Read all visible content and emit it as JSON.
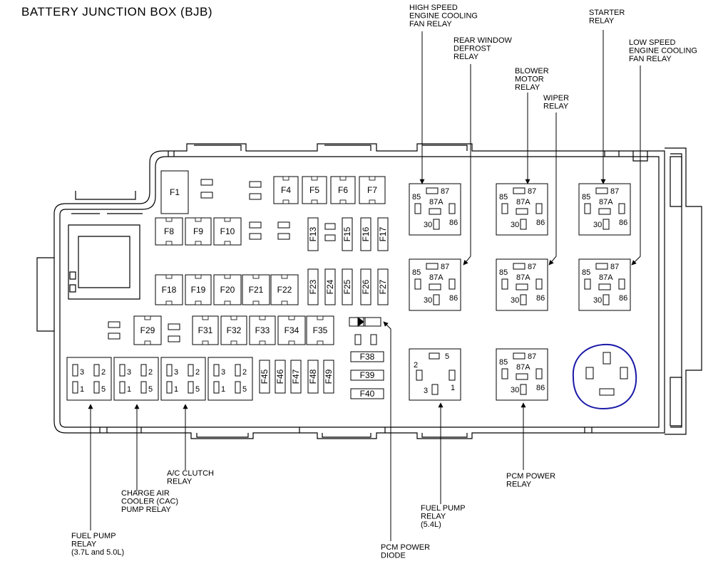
{
  "title": "BATTERY JUNCTION BOX (BJB)",
  "fuses": {
    "f1": "F1",
    "f4": "F4",
    "f5": "F5",
    "f6": "F6",
    "f7": "F7",
    "f8": "F8",
    "f9": "F9",
    "f10": "F10",
    "f13": "F13",
    "f15": "F15",
    "f16": "F16",
    "f17": "F17",
    "f18": "F18",
    "f19": "F19",
    "f20": "F20",
    "f21": "F21",
    "f22": "F22",
    "f23": "F23",
    "f24": "F24",
    "f25": "F25",
    "f26": "F26",
    "f27": "F27",
    "f29": "F29",
    "f31": "F31",
    "f32": "F32",
    "f33": "F33",
    "f34": "F34",
    "f35": "F35",
    "f38": "F38",
    "f39": "F39",
    "f40": "F40",
    "f45": "F45",
    "f46": "F46",
    "f47": "F47",
    "f48": "F48",
    "f49": "F49"
  },
  "pins": {
    "p85": "85",
    "p87": "87",
    "p87a": "87A",
    "p30": "30",
    "p86": "86",
    "p1": "1",
    "p2": "2",
    "p3": "3",
    "p5": "5"
  },
  "callouts": {
    "hs_fan": [
      "HIGH SPEED",
      "ENGINE COOLING",
      "FAN RELAY"
    ],
    "rear_defrost": [
      "REAR WINDOW",
      "DEFROST",
      "RELAY"
    ],
    "blower": [
      "BLOWER",
      "MOTOR",
      "RELAY"
    ],
    "wiper": [
      "WIPER",
      "RELAY"
    ],
    "starter": [
      "STARTER",
      "RELAY"
    ],
    "ls_fan": [
      "LOW SPEED",
      "ENGINE COOLING",
      "FAN RELAY"
    ],
    "ac_clutch": [
      "A/C CLUTCH",
      "RELAY"
    ],
    "cac_pump": [
      "CHARGE AIR",
      "COOLER (CAC)",
      "PUMP RELAY"
    ],
    "fuel_pump_37": [
      "FUEL PUMP",
      "RELAY",
      "(3.7L and 5.0L)"
    ],
    "fuel_pump_54": [
      "FUEL PUMP",
      "RELAY",
      "(5.4L)"
    ],
    "pcm_power": [
      "PCM POWER",
      "RELAY"
    ],
    "pcm_diode": [
      "PCM POWER",
      "DIODE"
    ]
  },
  "colors": {
    "line": "#000000",
    "marker": "#1a1aa8"
  }
}
